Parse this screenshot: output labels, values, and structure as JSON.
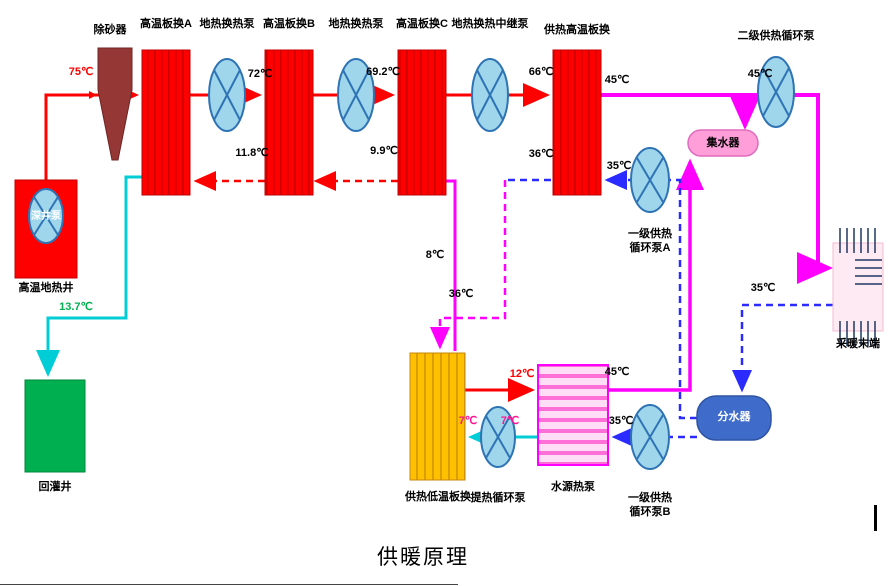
{
  "title": "供暖原理",
  "colors": {
    "hot_supply_line": "#fe0000",
    "secondary_supply_line": "#ff00ff",
    "cold_return_line": "#2b2bff",
    "reinjection_line": "#00cdd6",
    "exchanger_fill": "#fe0000",
    "low_exchanger_fill": "#ffc000",
    "pump_fill": "#9fd6ec",
    "collector_fill": "#ff9ed9",
    "distributor_fill": "#3f6bcb",
    "reinjection_well_fill": "#00b050"
  },
  "equipment": {
    "sand_remover": "除砂器",
    "hx_a": "高温板换A",
    "geo_pump_1": "地热换热泵",
    "hx_b": "高温板换B",
    "geo_pump_2": "地热换热泵",
    "hx_c": "高温板换C",
    "geo_relay_pump": "地热换热中继泵",
    "hx_supply_high": "供热高温板换",
    "secondary_pump": "二级供热循环泵",
    "collector": "集水器",
    "primary_pump_a": "一级供热\n循环泵A",
    "terminal": "采暖末端",
    "distributor": "分水器",
    "primary_pump_b": "一级供热\n循环泵B",
    "heat_pump": "水源热泵",
    "lift_pump": "提热循环泵",
    "hx_supply_low": "供热低温板换",
    "deep_well_pump": "深井泵",
    "geothermal_well": "高温地热井",
    "reinjection_well": "回灌井"
  },
  "temperatures": {
    "well_out": "75℃",
    "after_hx_a": "72℃",
    "after_hx_b": "69.2℃",
    "after_hx_c": "66℃",
    "supply_out": "45℃",
    "before_secondary_pump": "45℃",
    "return_ab": "11.8℃",
    "return_bc": "9.9℃",
    "supply_high_return_out": "36℃",
    "supply_high_return_in": "35℃",
    "reinjection": "13.7℃",
    "low_hx_out": "8℃",
    "to_low_hx": "36℃",
    "evap_supply": "12℃",
    "heat_pump_out": "45℃",
    "evap_return_a": "7℃",
    "evap_return_b": "7℃",
    "heat_pump_return": "35℃",
    "terminal_return": "35℃"
  }
}
